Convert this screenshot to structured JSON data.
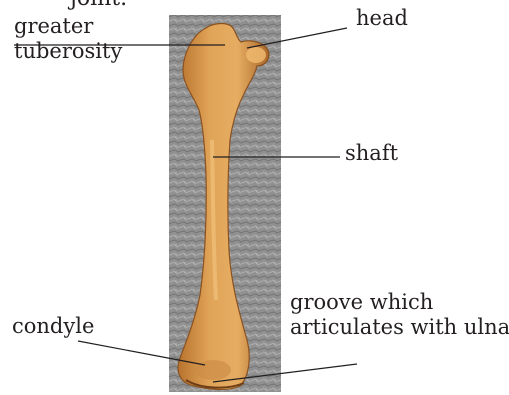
{
  "partial_text_top": "joint.",
  "labels": {
    "greater_tuberosity": [
      "greater",
      "tuberosity"
    ],
    "head": "head",
    "shaft": "shaft",
    "condyle": "condyle",
    "groove": [
      "groove which",
      "articulates with ulna"
    ]
  },
  "colors": {
    "text": "#231f20",
    "leader_line": "#231f20",
    "photo_background": "#8d8d8d",
    "bone": "#d9984a"
  }
}
